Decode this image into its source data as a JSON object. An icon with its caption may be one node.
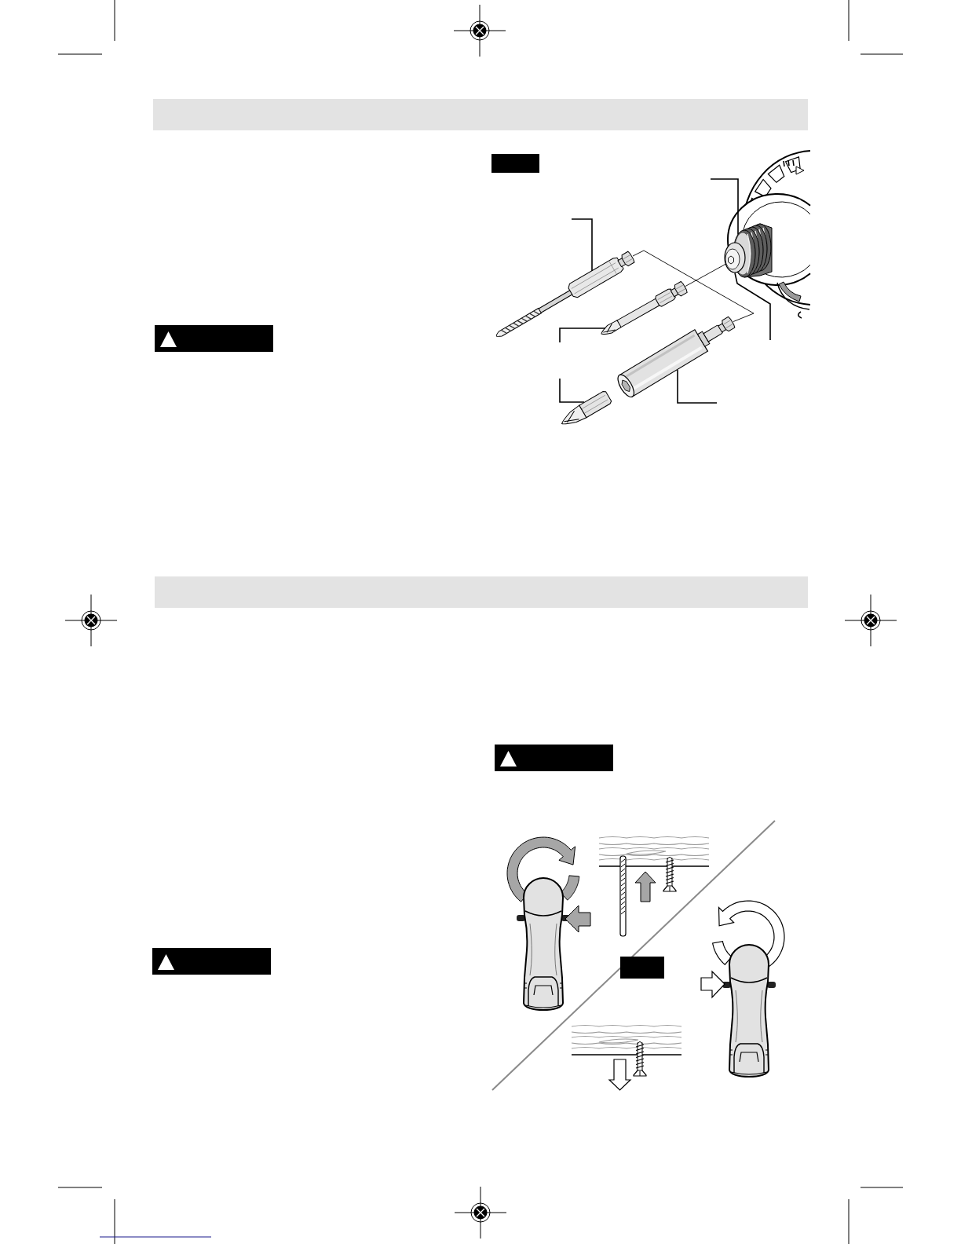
{
  "diagram": {
    "nodes": [
      {
        "text": [],
        "shape": "picture"
      },
      {
        "text": [],
        "shape": "picture"
      },
      {
        "text": [],
        "shape": "picture"
      },
      {
        "text": [],
        "shape": "picture"
      },
      {
        "text": [],
        "shape": "picture"
      },
      {
        "text": [],
        "shape": "picture"
      }
    ],
    "edges": [
      {
        "from": null,
        "to": 0,
        "arrow": "none"
      },
      {
        "from": null,
        "to": 1,
        "arrow": "none"
      },
      {
        "from": null,
        "to": 2,
        "arrow": "none"
      },
      {
        "from": null,
        "to": 3,
        "arrow": "none"
      },
      {
        "from": null,
        "to": 4,
        "arrow": "none"
      },
      {
        "from": null,
        "to": 5,
        "arrow": "none"
      },
      {
        "from": 3,
        "to": 2,
        "arrow": "none"
      },
      {
        "from": 1,
        "to": 4,
        "arrow": "none"
      }
    ]
  }
}
